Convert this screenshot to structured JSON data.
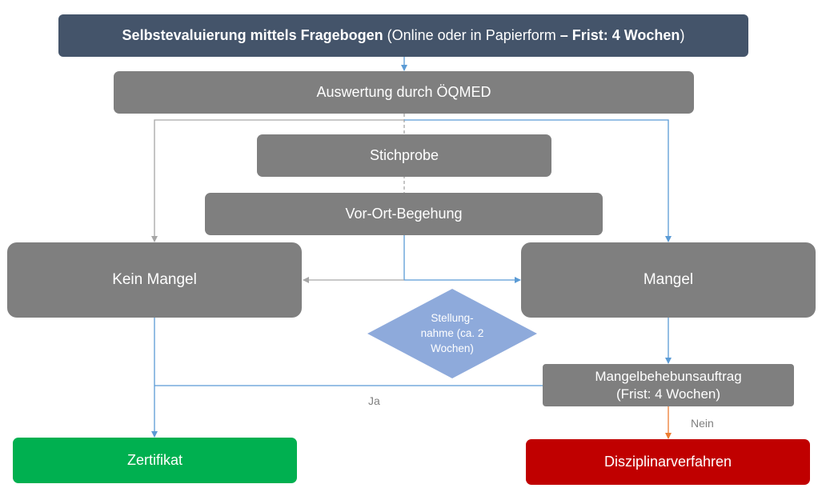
{
  "flowchart": {
    "top": {
      "bold_text": "Selbstevaluierung mittels Fragebogen",
      "normal_text": " (Online oder in Papierform ",
      "bold_deadline": "– Frist: 4 Wochen",
      "close": ")"
    },
    "evaluation": "Auswertung durch ÖQMED",
    "sample": "Stichprobe",
    "onsite": "Vor-Ort-Begehung",
    "no_defect": "Kein Mangel",
    "defect": "Mangel",
    "statement": {
      "line1": "Stellung-",
      "line2": "nahme (ca. 2",
      "line3": "Wochen)"
    },
    "remediation": {
      "line1": "Mangelbehebunsauftrag",
      "line2": "(Frist: 4 Wochen)"
    },
    "certificate": "Zertifikat",
    "disciplinary": "Disziplinarverfahren",
    "label_yes": "Ja",
    "label_no": "Nein",
    "colors": {
      "header": "#44546a",
      "box": "#7f7f7f",
      "diamond": "#8eaadb",
      "arrow_blue": "#5b9bd5",
      "arrow_gray": "#a6a6a6",
      "arrow_orange": "#ed7d31",
      "success": "#00b050",
      "danger": "#c00000"
    }
  }
}
